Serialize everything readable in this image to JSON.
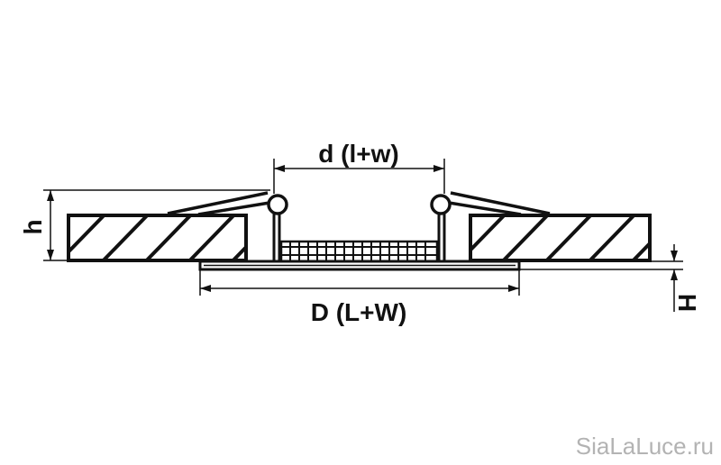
{
  "dimensions": {
    "opening": "d (l+w)",
    "outer": "D (L+W)",
    "height_small": "h",
    "height_large": "H"
  },
  "watermark": "SiaLaLuce.ru",
  "colors": {
    "stroke": "#111111",
    "background": "#ffffff",
    "watermark": "#b3b3b3"
  }
}
